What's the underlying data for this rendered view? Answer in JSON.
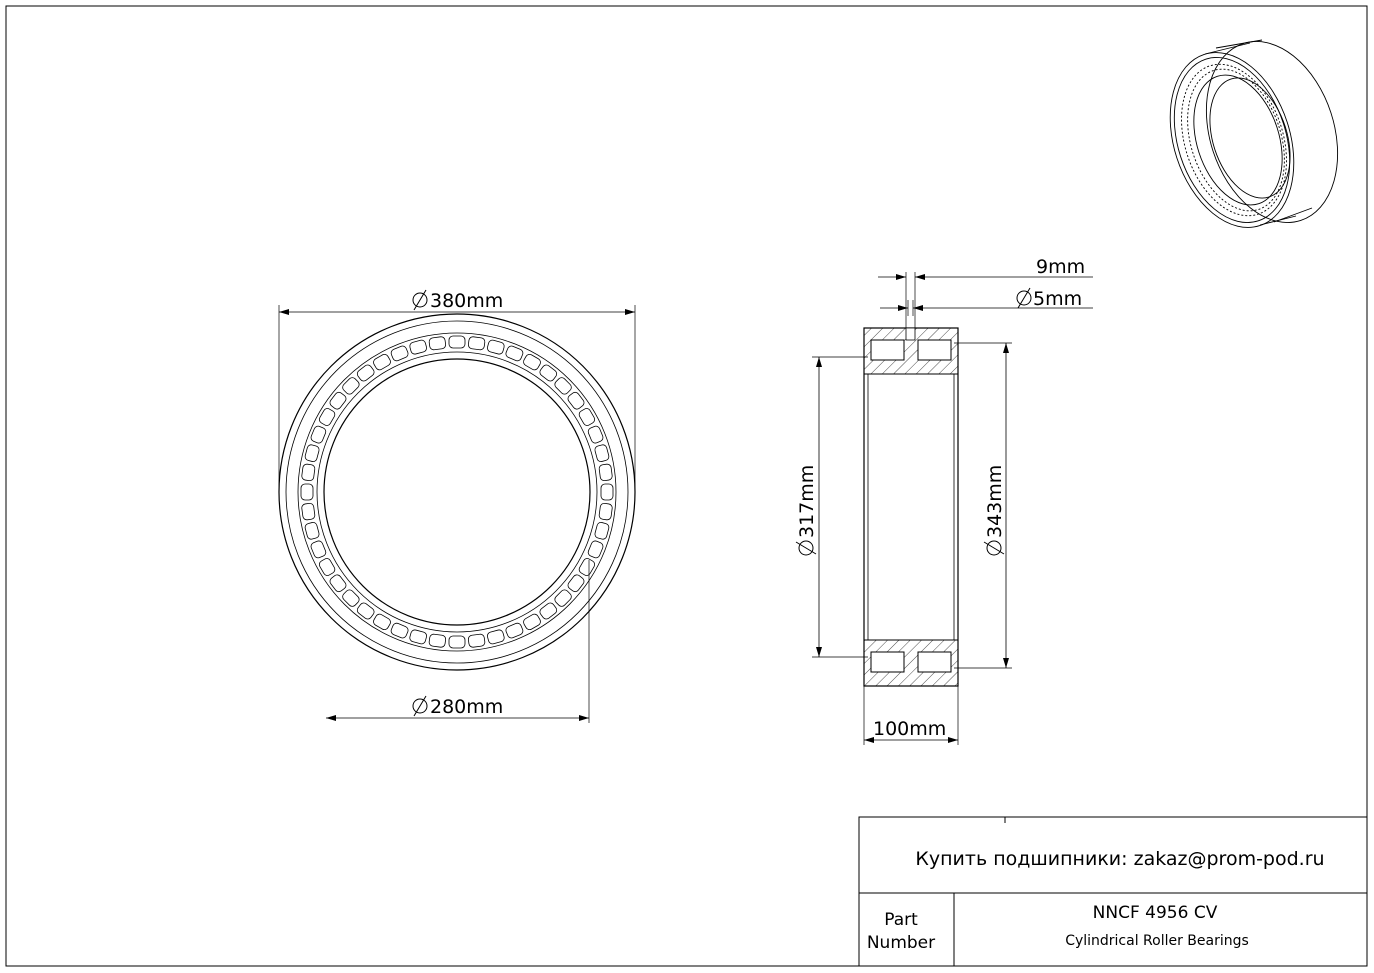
{
  "dimensions": {
    "outer_diameter": "380mm",
    "inner_diameter": "280mm",
    "width": "100mm",
    "groove_width": "9mm",
    "hole_diameter": "5mm",
    "diameter_317": "317mm",
    "diameter_343": "343mm"
  },
  "title_block": {
    "shop_line": "Купить подшипники: zakaz@prom-pod.ru",
    "part_label_1": "Part",
    "part_label_2": "Number",
    "part_number": "NNCF 4956 CV",
    "description": "Cylindrical Roller Bearings"
  },
  "colors": {
    "line": "#000000",
    "background": "#ffffff"
  }
}
